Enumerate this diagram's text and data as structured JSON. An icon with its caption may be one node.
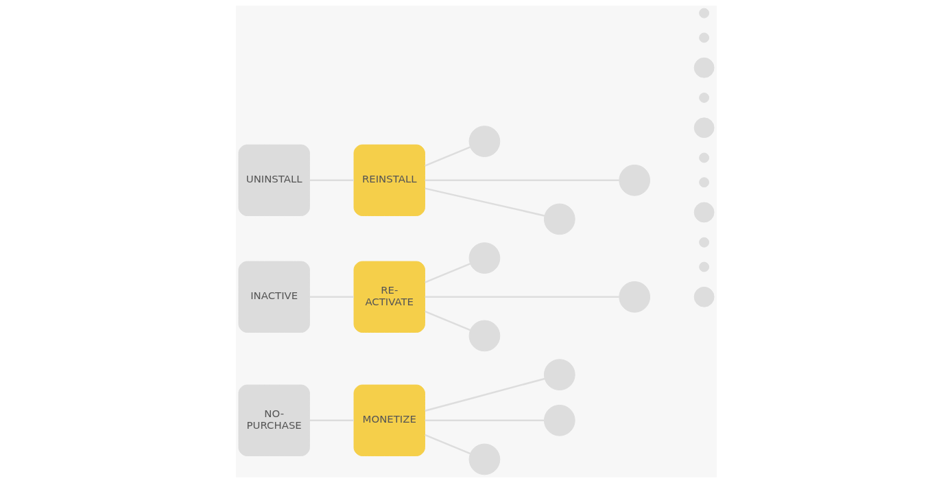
{
  "diagram": {
    "nodes": [
      {
        "text": [
          "UNINSTALL"
        ]
      },
      {
        "text": [
          "REINSTALL"
        ]
      },
      {
        "text": [
          "INACTIVE"
        ]
      },
      {
        "text": [
          "RE- ACTIVATE"
        ]
      },
      {
        "text": [
          "NO- PURCHASE"
        ]
      },
      {
        "text": [
          "MONETIZE"
        ]
      },
      {
        "text": [],
        "shape": "circle"
      },
      {
        "text": [],
        "shape": "circle"
      },
      {
        "text": [],
        "shape": "circle"
      },
      {
        "text": [],
        "shape": "circle"
      },
      {
        "text": [],
        "shape": "circle"
      },
      {
        "text": [],
        "shape": "circle"
      },
      {
        "text": [],
        "shape": "circle"
      },
      {
        "text": [],
        "shape": "circle"
      },
      {
        "text": [],
        "shape": "circle"
      },
      {
        "text": [],
        "shape": "circle"
      },
      {
        "text": [],
        "shape": "circle"
      },
      {
        "text": [],
        "shape": "circle"
      },
      {
        "text": [],
        "shape": "circle"
      },
      {
        "text": [],
        "shape": "circle"
      },
      {
        "text": [],
        "shape": "circle"
      },
      {
        "text": [],
        "shape": "circle"
      },
      {
        "text": [],
        "shape": "circle"
      },
      {
        "text": [],
        "shape": "circle"
      },
      {
        "text": [],
        "shape": "circle"
      },
      {
        "text": [],
        "shape": "circle"
      }
    ],
    "edges": [
      {
        "from": 0,
        "to": 1,
        "arrow": "none"
      },
      {
        "from": 2,
        "to": 3,
        "arrow": "none"
      },
      {
        "from": 4,
        "to": 5,
        "arrow": "none"
      },
      {
        "from": 1,
        "to": 7,
        "arrow": "none"
      },
      {
        "from": 1,
        "to": 10,
        "arrow": "none"
      },
      {
        "from": 1,
        "to": 11,
        "arrow": "none"
      },
      {
        "from": 3,
        "to": 14,
        "arrow": "none"
      },
      {
        "from": 3,
        "to": 15,
        "arrow": "none"
      },
      {
        "from": 3,
        "to": 17,
        "arrow": "none"
      },
      {
        "from": 5,
        "to": 19,
        "arrow": "none"
      },
      {
        "from": 5,
        "to": 22,
        "arrow": "none"
      },
      {
        "from": 5,
        "to": 23,
        "arrow": "none"
      }
    ]
  }
}
